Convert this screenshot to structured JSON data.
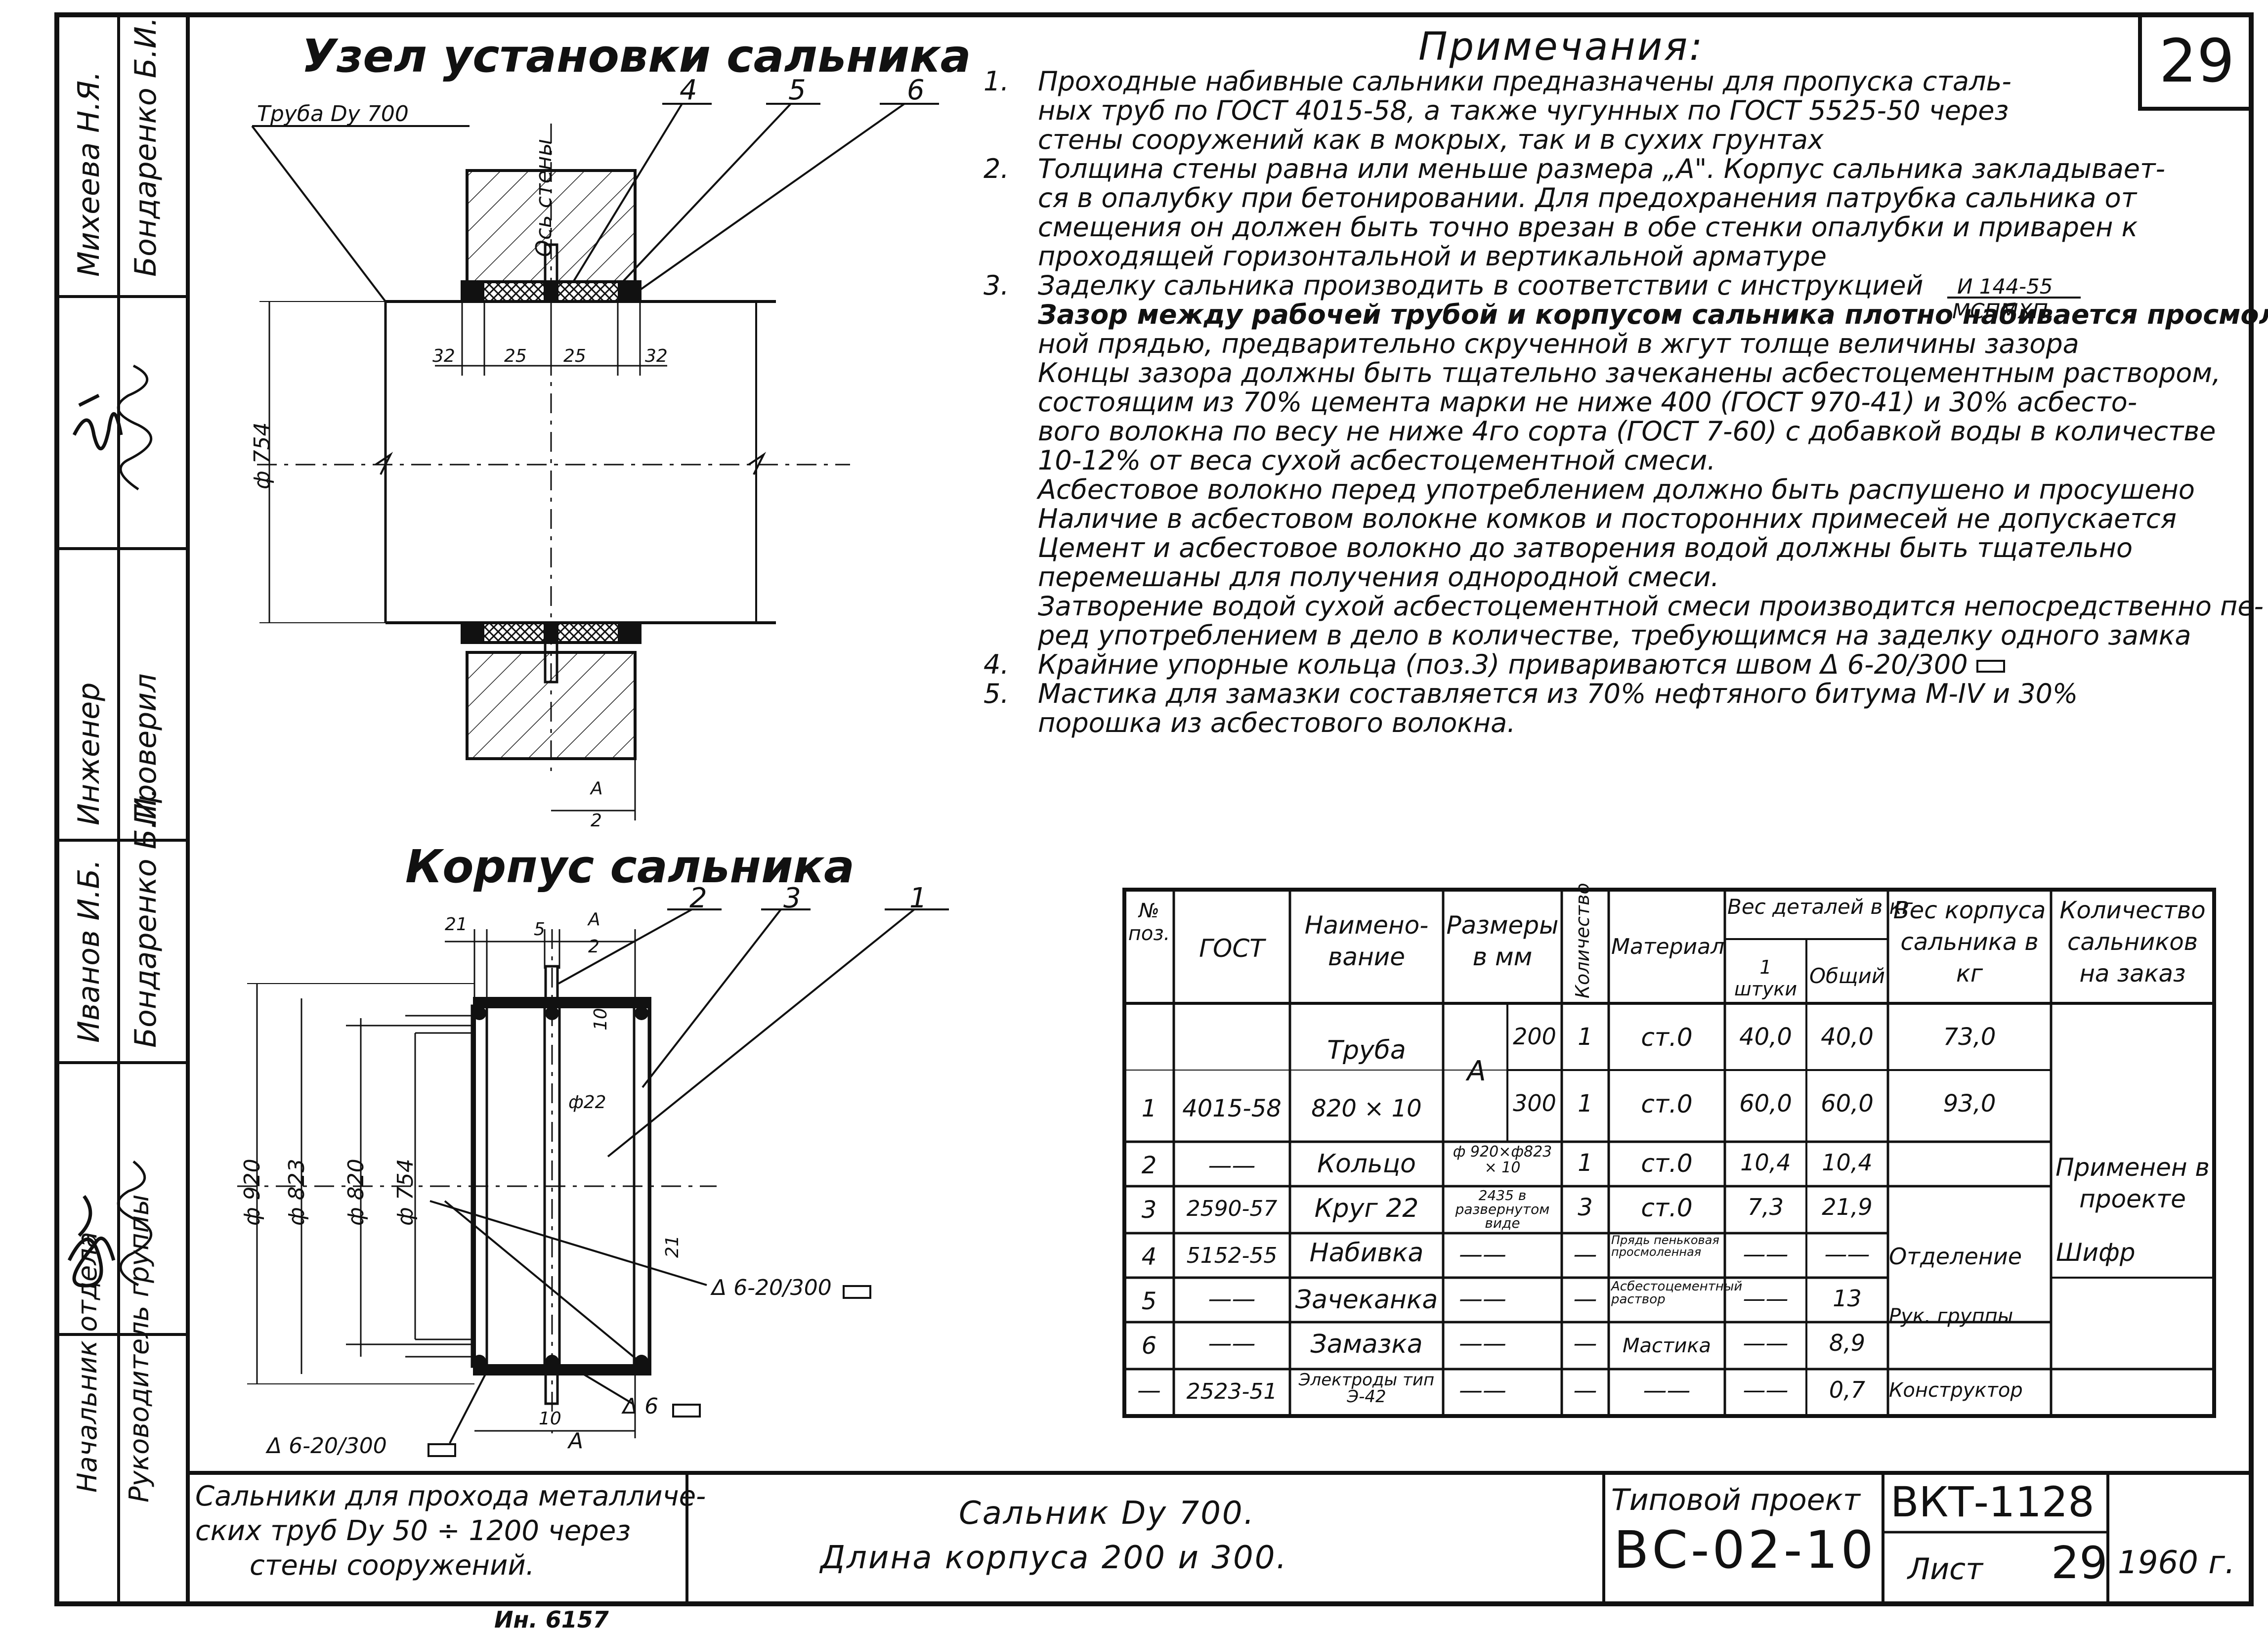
{
  "sheet_number": "29",
  "side_stamp": {
    "row1": {
      "role": "Начальник отдела",
      "name": "Михеева Н.Я."
    },
    "row2": {
      "role": "Руководитель группы",
      "name": "Бондаренко Б.И."
    },
    "row3": {
      "role": "Инженер",
      "name": "Иванов И.Б."
    },
    "row4": {
      "role": "Проверил",
      "name": "Бондаренко Б.И."
    }
  },
  "section_unit": {
    "title": "Узел установки сальника",
    "pipe_label": "Труба Dу 700",
    "axis_label": "Ось стены",
    "callouts": [
      "4",
      "5",
      "6"
    ],
    "dims": [
      "32",
      "25",
      "25",
      "32"
    ],
    "diameter": "ф 754",
    "fraction_top": "А",
    "fraction_bottom": "2"
  },
  "section_body": {
    "title": "Корпус сальника",
    "callouts": [
      "2",
      "3",
      "1"
    ],
    "dims_top": [
      "21",
      "5",
      "А",
      "2"
    ],
    "diameters": [
      "ф 920",
      "ф 823",
      "ф 820",
      "ф 754"
    ],
    "d22": "ф22",
    "dim10": "10",
    "dim21": "21",
    "weld_right": "Δ 6-20/300",
    "weld_left": "Δ 6-20/300",
    "weld6": "Δ 6",
    "bottom_10": "10",
    "bottom_A": "А"
  },
  "notes": {
    "heading": "Примечания:",
    "items": [
      {
        "num": "1.",
        "lines": [
          "Проходные набивные сальники предназначены для пропуска сталь-",
          "ных труб по ГОСТ 4015-58, а также чугунных по ГОСТ 5525-50 через",
          "стены сооружений как в мокрых, так и в сухих грунтах"
        ]
      },
      {
        "num": "2.",
        "lines": [
          "Толщина стены равна или меньше размера „А\". Корпус сальника закладывает-",
          "ся в опалубку при бетонировании. Для предохранения патрубка сальника от",
          "смещения он должен быть точно врезан в обе стенки опалубки и приварен к",
          "проходящей горизонтальной и вертикальной арматуре"
        ]
      },
      {
        "num": "3.",
        "lines": [
          "Заделку сальника производить в соответствии с инструкцией",
          "Зазор между рабочей трубой и корпусом сальника плотно набивается просмолен",
          "ной прядью, предварительно скрученной в жгут толще величины зазора",
          "Концы зазора должны быть тщательно зачеканены асбестоцементным раствором,",
          "состоящим из 70% цемента марки не ниже 400 (ГОСТ 970-41) и 30% асбесто-",
          "вого волокна по весу не ниже 4го сорта (ГОСТ 7-60) с добавкой воды в количестве",
          "10-12% от веса сухой асбестоцементной смеси.",
          "Асбестовое волокно перед употреблением должно быть распушено и просушено",
          "Наличие в асбестовом волокне комков и посторонних примесей не допускается",
          "Цемент и асбестовое волокно до затворения водой должны быть тщательно",
          "перемешаны для получения однородной смеси.",
          "Затворение водой сухой асбестоцементной смеси производится непосредственно пе-",
          "ред употреблением в дело в количестве, требующимся на заделку одного замка"
        ]
      },
      {
        "num": "4.",
        "lines": [
          "Крайние упорные кольца (поз.3) привариваются швом Δ 6-20/300"
        ]
      },
      {
        "num": "5.",
        "lines": [
          "Мастика для замазки составляется из 70% нефтяного битума М-IV и 30%",
          "порошка из асбестового волокна."
        ]
      }
    ],
    "instruction_ref_top": "И 144-55",
    "instruction_ref_bottom": "МСПМХП."
  },
  "spec_table": {
    "headers": {
      "pos": "№ поз.",
      "gost": "ГОСТ",
      "name": "Наимено- вание",
      "sizes": "Размеры в мм",
      "qty": "Количество",
      "material": "Материал",
      "weight_group": "Вес деталей в кг",
      "weight_one": "1 штуки",
      "weight_total": "Общий",
      "body_weight": "Вес корпуса сальника в кг",
      "order_qty": "Количество сальников на заказ"
    },
    "rows": [
      {
        "pos": "",
        "gost": "",
        "name": "Труба",
        "size": "А",
        "sub": "200",
        "qty": "1",
        "material": "ст.0",
        "w1": "40,0",
        "wt": "40,0",
        "body": "73,0"
      },
      {
        "pos": "1",
        "gost": "4015-58",
        "name": "820 × 10",
        "size": "",
        "sub": "300",
        "qty": "1",
        "material": "ст.0",
        "w1": "60,0",
        "wt": "60,0",
        "body": "93,0"
      },
      {
        "pos": "2",
        "gost": "——",
        "name": "Кольцо",
        "size": "ф 920×ф823 × 10",
        "sub": "",
        "qty": "1",
        "material": "ст.0",
        "w1": "10,4",
        "wt": "10,4",
        "body": ""
      },
      {
        "pos": "3",
        "gost": "2590-57",
        "name": "Круг 22",
        "size": "2435 в развернутом виде",
        "sub": "",
        "qty": "3",
        "material": "ст.0",
        "w1": "7,3",
        "wt": "21,9",
        "body": ""
      },
      {
        "pos": "4",
        "gost": "5152-55",
        "name": "Набивка",
        "size": "——",
        "sub": "",
        "qty": "—",
        "material": "Прядь пеньковая просмоленная",
        "w1": "——",
        "wt": "——",
        "body": "Отделение"
      },
      {
        "pos": "5",
        "gost": "——",
        "name": "Зачеканка",
        "size": "——",
        "sub": "",
        "qty": "—",
        "material": "Асбестоцементный раствор",
        "w1": "——",
        "wt": "13",
        "body": "Рук. группы"
      },
      {
        "pos": "6",
        "gost": "——",
        "name": "Замазка",
        "size": "——",
        "sub": "",
        "qty": "—",
        "material": "Мастика",
        "w1": "——",
        "wt": "8,9",
        "body": ""
      },
      {
        "pos": "—",
        "gost": "2523-51",
        "name": "Электроды тип Э-42",
        "size": "——",
        "sub": "",
        "qty": "—",
        "material": "——",
        "w1": "——",
        "wt": "0,7",
        "body": "Конструктор"
      }
    ],
    "applied_in_project": "Применен в проекте",
    "cipher": "Шифр"
  },
  "title_block": {
    "series": "Сальники для прохода металличе- ских труб Dу 50 ÷ 1200 через стены сооружений.",
    "series_l1": "Сальники для прохода металличе-",
    "series_l2": "ских труб Dу 50 ÷ 1200 через",
    "series_l3": "стены сооружений.",
    "name_l1": "Сальник Dу 700.",
    "name_l2": "Длина корпуса 200 и 300.",
    "project_label": "Типовой проект",
    "project_code": "ВС-02-10",
    "doc_code": "ВКТ-1128",
    "sheet_label": "Лист",
    "sheet_no": "29",
    "year": "1960 г."
  },
  "inventory": "Ин. 6157"
}
